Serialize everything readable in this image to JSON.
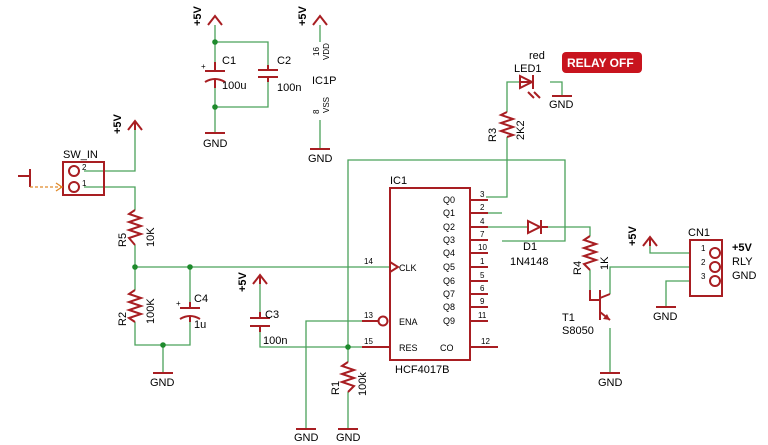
{
  "colors": {
    "wire": "#4aa25a",
    "part": "#a81e22",
    "junction": "#1e8a2c",
    "badge": "#c8141e"
  },
  "rails": {
    "vcc": "+5V",
    "gnd": "GND"
  },
  "badge": {
    "text": "RELAY OFF"
  },
  "c1": {
    "name": "C1",
    "value": "100u"
  },
  "c2": {
    "name": "C2",
    "value": "100n"
  },
  "c3": {
    "name": "C3",
    "value": "100n"
  },
  "c4": {
    "name": "C4",
    "value": "1u"
  },
  "ic1p": {
    "name": "IC1P",
    "vdd_pin": "16",
    "vdd": "VDD",
    "vss_pin": "8",
    "vss": "VSS"
  },
  "sw": {
    "name": "SW_IN",
    "pin2": "2",
    "pin1": "1"
  },
  "r1": {
    "name": "R1",
    "value": "100k"
  },
  "r2": {
    "name": "R2",
    "value": "100K"
  },
  "r3": {
    "name": "R3",
    "value": "2K2"
  },
  "r4": {
    "name": "R4",
    "value": "1K"
  },
  "r5": {
    "name": "R5",
    "value": "10K"
  },
  "led1": {
    "name": "LED1",
    "color": "red"
  },
  "d1": {
    "name": "D1",
    "value": "1N4148"
  },
  "t1": {
    "name": "T1",
    "value": "S8050"
  },
  "ic1": {
    "name": "IC1",
    "part": "HCF4017B",
    "outputs": [
      {
        "label": "Q0",
        "pin": "3"
      },
      {
        "label": "Q1",
        "pin": "2"
      },
      {
        "label": "Q2",
        "pin": "4"
      },
      {
        "label": "Q3",
        "pin": "7"
      },
      {
        "label": "Q4",
        "pin": "10"
      },
      {
        "label": "Q5",
        "pin": "1"
      },
      {
        "label": "Q6",
        "pin": "5"
      },
      {
        "label": "Q7",
        "pin": "6"
      },
      {
        "label": "Q8",
        "pin": "9"
      },
      {
        "label": "Q9",
        "pin": "11"
      }
    ],
    "clk": {
      "label": "CLK",
      "pin": "14"
    },
    "ena": {
      "label": "ENA",
      "pin": "13"
    },
    "res": {
      "label": "RES",
      "pin": "15"
    },
    "co": {
      "label": "CO",
      "pin": "12"
    }
  },
  "cn1": {
    "name": "CN1",
    "pins": [
      {
        "pin": "1",
        "label": "+5V"
      },
      {
        "pin": "2",
        "label": "RLY"
      },
      {
        "pin": "3",
        "label": "GND"
      }
    ]
  }
}
